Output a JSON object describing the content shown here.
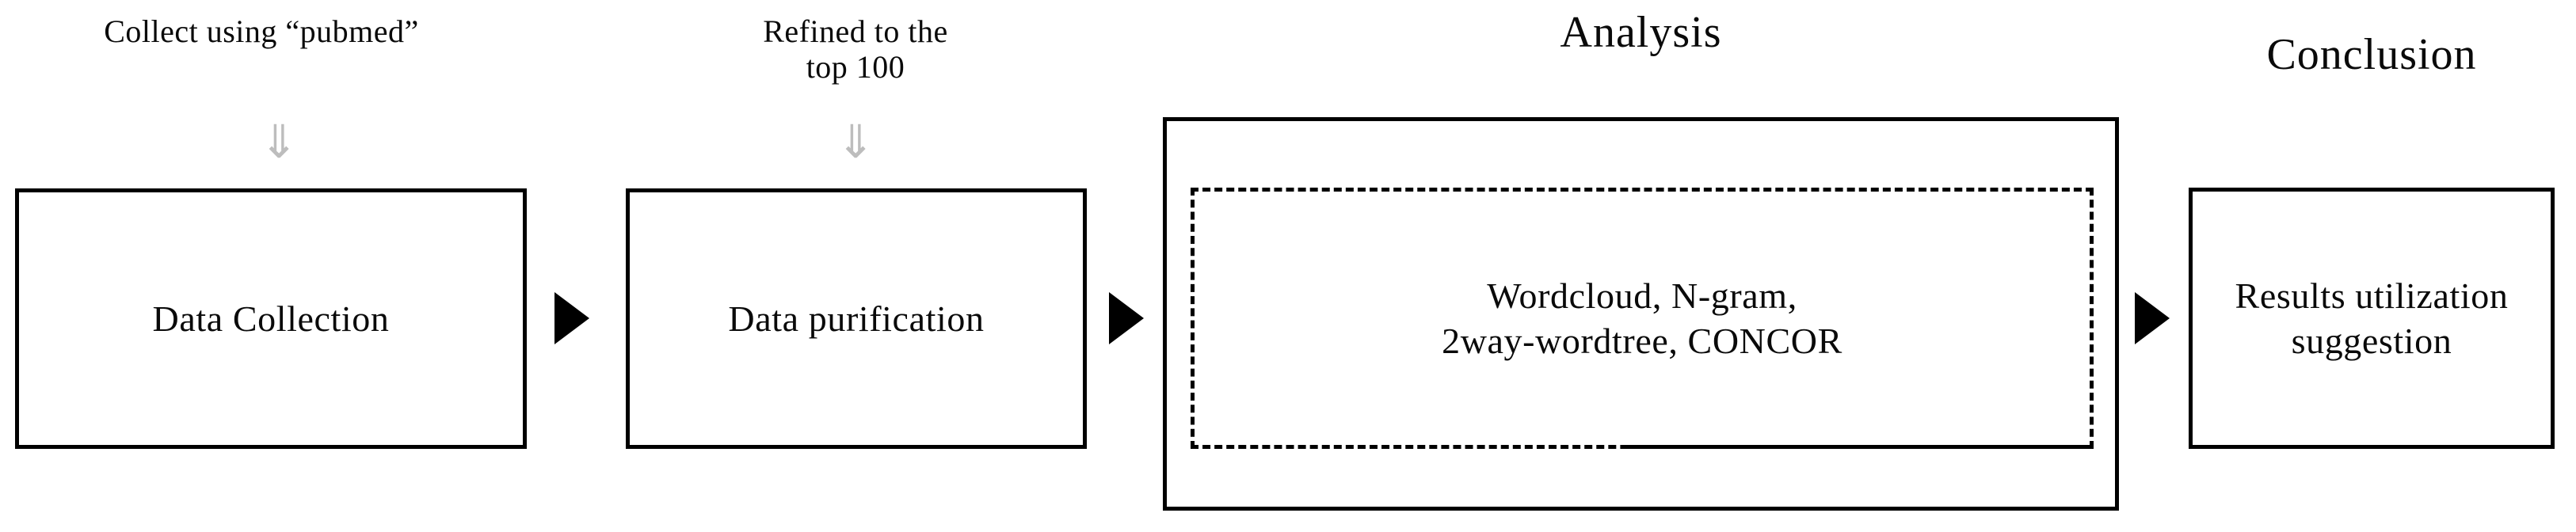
{
  "diagram": {
    "title_absent": true,
    "background_color": "#ffffff",
    "line_color": "#000000",
    "arrow_color": "#000000",
    "down_arrow_color": "#bdbdbd"
  },
  "steps": [
    {
      "caption": "Collect using “pubmed”",
      "down_arrow_glyph": "⇓",
      "box_label": "Data Collection"
    },
    {
      "caption_line1": "Refined to the",
      "caption_line2": "top 100",
      "down_arrow_glyph": "⇓",
      "box_label": "Data purification"
    },
    {
      "heading": "Analysis",
      "inner_line1": "Wordcloud, N-gram,",
      "inner_line2": "2way-wordtree, CONCOR"
    },
    {
      "heading": "Conclusion",
      "box_label_line1": "Results utilization",
      "box_label_line2": "suggestion"
    }
  ],
  "connectors": [
    {
      "glyph": "▶",
      "from": "Data Collection",
      "to": "Data purification"
    },
    {
      "glyph": "▶",
      "from": "Data purification",
      "to": "Analysis"
    },
    {
      "glyph": "▶",
      "from": "Analysis",
      "to": "Conclusion"
    }
  ]
}
